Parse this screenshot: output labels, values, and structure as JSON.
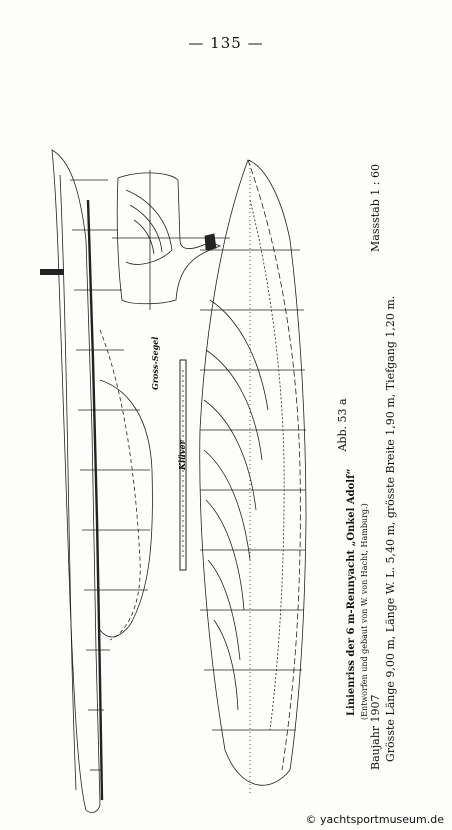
{
  "page_number": "— 135 —",
  "sail_labels": [
    "Gross-Segel",
    "Klüver"
  ],
  "caption": {
    "figure": "Abb. 53 a",
    "title": "Linienriss der 6 m-Rennyacht „Onkel Adolf“",
    "subtitle": "(Entworfen und gebaut von W. von Hacht, Hamburg.)",
    "year": "Baujahr 1907",
    "scale": "Massstab 1 : 60",
    "dimensions": "Grösste Länge 9,00 m, Länge W. L. 5,40 m, grösste Breite 1,90 m, Tiefgang 1,20 m."
  },
  "watermark": "© yachtsportmuseum.de"
}
